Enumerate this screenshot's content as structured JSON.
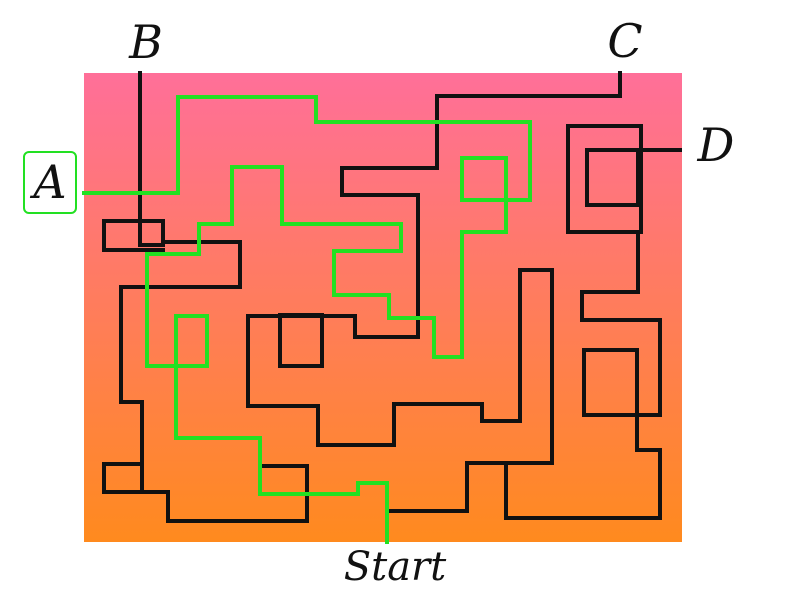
{
  "labels": {
    "a": "A",
    "b": "B",
    "c": "C",
    "d": "D",
    "start": "Start"
  },
  "colors": {
    "gradient_top": "#ff6f99",
    "gradient_bottom": "#ff8a1e",
    "walls": "#111111",
    "solution_path": "#22e022"
  }
}
